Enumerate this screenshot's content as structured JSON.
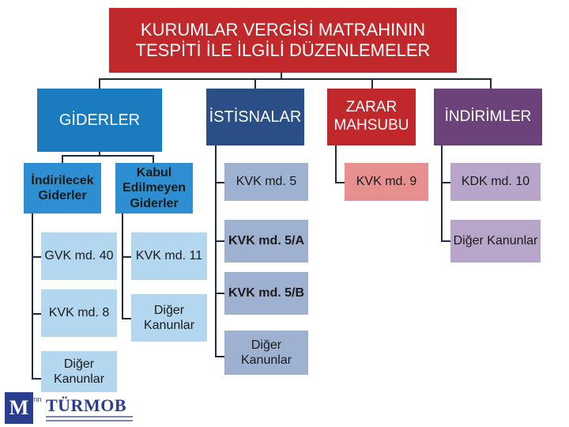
{
  "title": {
    "line1": "KURUMLAR VERGİSİ MATRAHININ",
    "line2": "TESPİTİ İLE İLGİLİ DÜZENLEMELER"
  },
  "categories": {
    "giderler": "GİDERLER",
    "istisnalar": "İSTİSNALAR",
    "zarar": "ZARAR MAHSUBU",
    "indirimler": "İNDİRİMLER"
  },
  "giderler": {
    "indirilecek": "İndirilecek Giderler",
    "kabul": "Kabul Edilmeyen Giderler",
    "indirilecek_items": [
      "GVK md. 40",
      "KVK md. 8",
      "Diğer Kanunlar"
    ],
    "kabul_items": [
      "KVK md. 11",
      "Diğer Kanunlar"
    ]
  },
  "istisnalar_items": [
    "KVK md. 5",
    "KVK md. 5/A",
    "KVK md. 5/B",
    "Diğer Kanunlar"
  ],
  "zarar_items": [
    "KVK md. 9"
  ],
  "indirimler_items": [
    "KDK md. 10",
    "Diğer Kanunlar"
  ],
  "logo": {
    "mark": "M",
    "superscript": "mn",
    "name": "TÜRMOB"
  },
  "colors": {
    "title_red": "#c0282b",
    "giderler_blue": "#1a7bbf",
    "istisnalar_navy": "#2a4f86",
    "zarar_red": "#c0282b",
    "indirimler_purple": "#6b4279"
  }
}
